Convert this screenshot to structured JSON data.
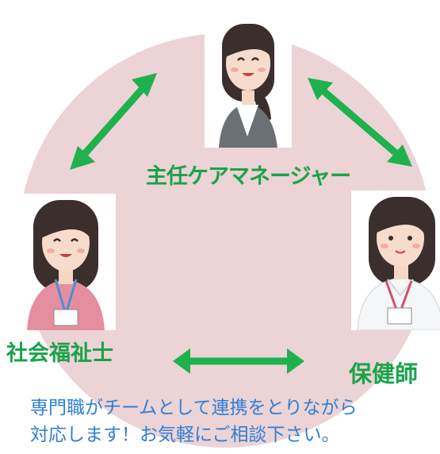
{
  "diagram": {
    "roles": {
      "care_manager": "主任ケアマネージャー",
      "social_worker": "社会福祉士",
      "public_health_nurse": "保健師"
    },
    "message": {
      "line1": "専門職がチームとして連携をとりながら",
      "line2": "対応します！お気軽にご相談下さい。"
    }
  },
  "colors": {
    "circle": "#ecd3d5",
    "arrow": "#1fb14e",
    "role_text": "#1aa34a",
    "message_text": "#2f7fd6"
  }
}
